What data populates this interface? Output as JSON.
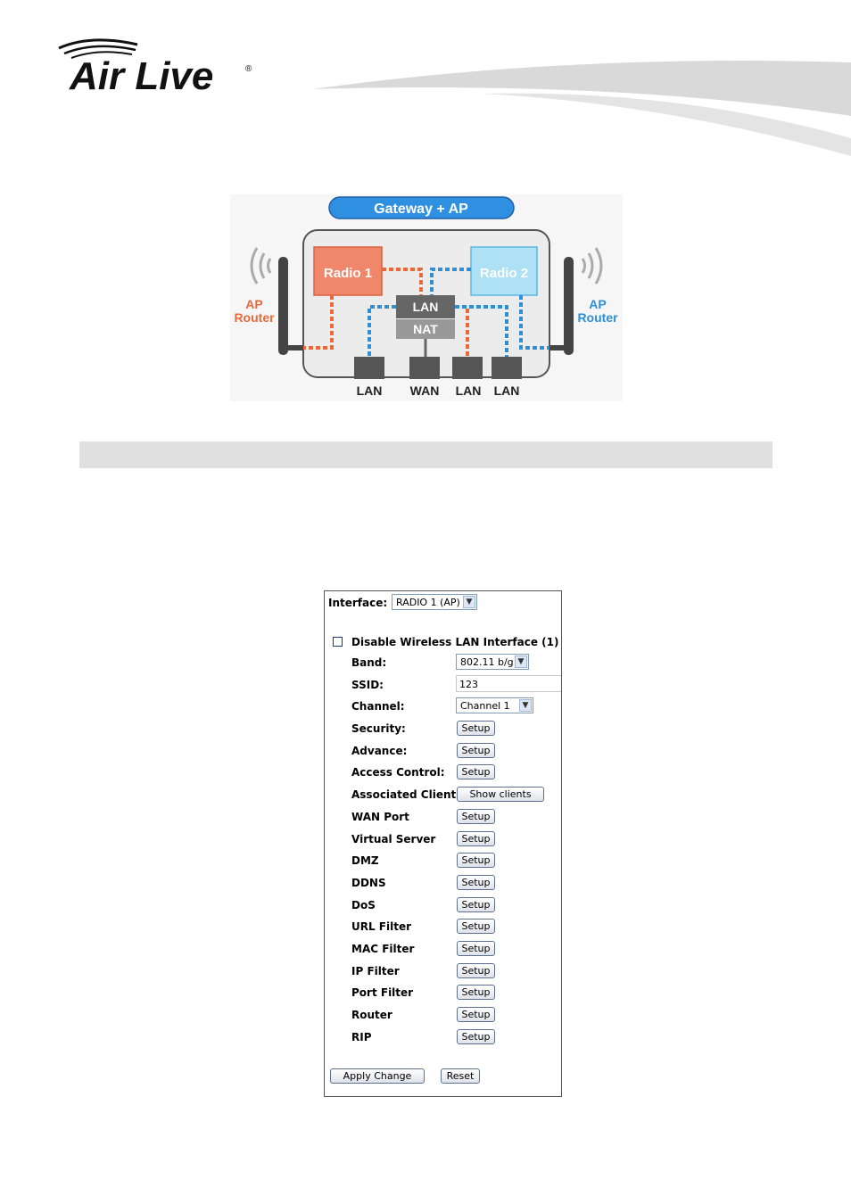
{
  "brand": {
    "logo_text": "Air Live",
    "registered_mark": "®"
  },
  "diagram": {
    "title": "Gateway + AP",
    "radio1": "Radio 1",
    "radio2": "Radio 2",
    "lan_block": "LAN",
    "nat_block": "NAT",
    "left_side_line1": "AP",
    "left_side_line2": "Router",
    "right_side_line1": "AP",
    "right_side_line2": "Router",
    "ports": [
      "LAN",
      "WAN",
      "LAN",
      "LAN"
    ],
    "colors": {
      "radio1": "#f0866a",
      "radio2": "#aee0f6",
      "title_bar": "#2f8fe0",
      "accent_orange": "#e8693c",
      "accent_blue": "#2f8fd6"
    }
  },
  "panel": {
    "interface_label": "Interface:",
    "interface_value": "RADIO 1 (AP)",
    "disable_label": "Disable Wireless LAN Interface (1)",
    "disable_checked": false,
    "band_label": "Band:",
    "band_value": "802.11 b/g",
    "ssid_label": "SSID:",
    "ssid_value": "123",
    "channel_label": "Channel:",
    "channel_value": "Channel 1",
    "rows": [
      {
        "label": "Security:",
        "button": "Setup"
      },
      {
        "label": "Advance:",
        "button": "Setup"
      },
      {
        "label": "Access Control:",
        "button": "Setup"
      },
      {
        "label": "Associated Clients:",
        "button": "Show clients"
      },
      {
        "label": "WAN Port",
        "button": "Setup"
      },
      {
        "label": "Virtual Server",
        "button": "Setup"
      },
      {
        "label": "DMZ",
        "button": "Setup"
      },
      {
        "label": "DDNS",
        "button": "Setup"
      },
      {
        "label": "DoS",
        "button": "Setup"
      },
      {
        "label": "URL Filter",
        "button": "Setup"
      },
      {
        "label": "MAC Filter",
        "button": "Setup"
      },
      {
        "label": "IP Filter",
        "button": "Setup"
      },
      {
        "label": "Port Filter",
        "button": "Setup"
      },
      {
        "label": "Router",
        "button": "Setup"
      },
      {
        "label": "RIP",
        "button": "Setup"
      }
    ],
    "apply_label": "Apply Change",
    "reset_label": "Reset"
  }
}
